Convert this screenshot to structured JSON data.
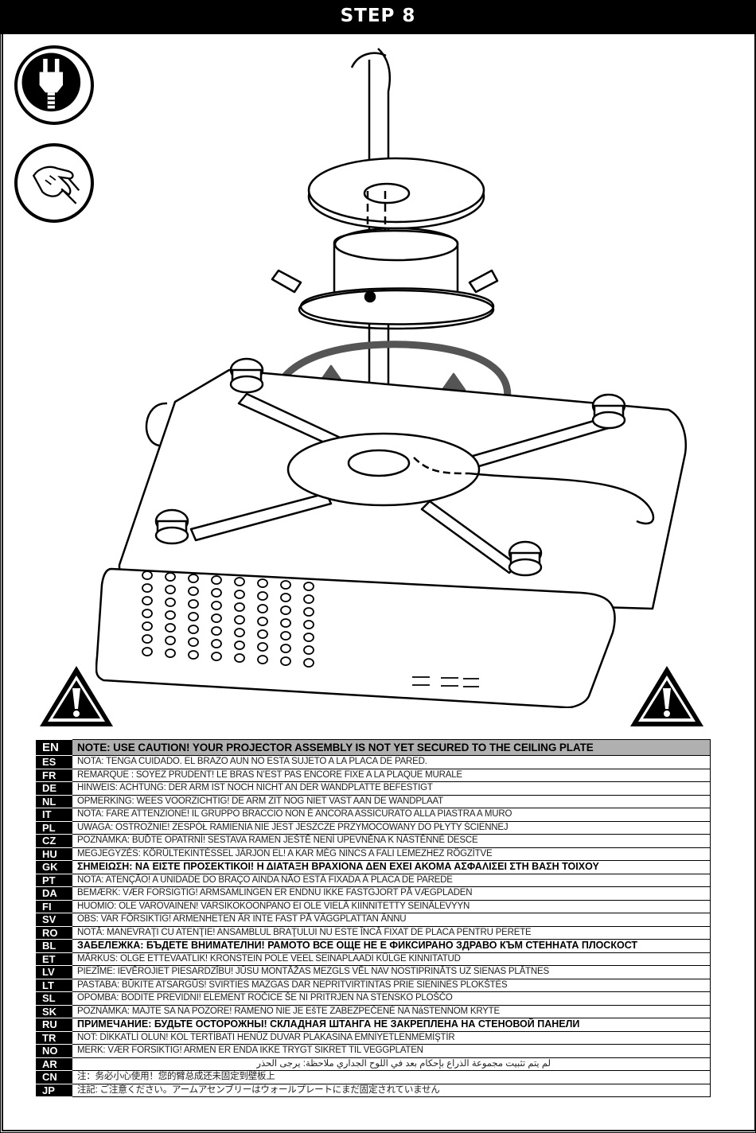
{
  "header": {
    "title": "STEP 8"
  },
  "icons": {
    "top": "power-plug-icon",
    "second": "hand-caution-icon",
    "warning": "warning-triangle-icon"
  },
  "notes": [
    {
      "code": "EN",
      "text": "NOTE: USE CAUTION!  YOUR PROJECTOR ASSEMBLY IS NOT YET SECURED TO THE CEILING PLATE",
      "style": "en"
    },
    {
      "code": "ES",
      "text": "NOTA: TENGA CUIDADO. EL BRAZO AUN NO ESTA SUJETO A LA PLACA DE PARED."
    },
    {
      "code": "FR",
      "text": "REMARQUE : SOYEZ PRUDENT!  LE BRAS N’EST PAS ENCORE FIXE A LA PLAQUE MURALE"
    },
    {
      "code": "DE",
      "text": "HINWEIS: ACHTUNG:  DER ARM IST NOCH NICHT AN DER WANDPLATTE BEFESTIGT"
    },
    {
      "code": "NL",
      "text": "OPMERKING: WEES VOORZICHTIG!  DE ARM ZIT NOG NIET VAST AAN DE WANDPLAAT"
    },
    {
      "code": "IT",
      "text": "NOTA: FARE ATTENZIONE!  IL GRUPPO BRACCIO NON È ANCORA ASSICURATO ALLA PIASTRA A MURO"
    },
    {
      "code": "PL",
      "text": "UWAGA: OSTROŻNIE!  ZESPÓŁ RAMIENIA NIE JEST JESZCZE PRZYMOCOWANY DO PŁYTY ŚCIENNEJ"
    },
    {
      "code": "CZ",
      "text": "POZNÁMKA: BUĎTE OPATRNÍ!  SESTAVA RAMEN JEŠTĚ NENÍ UPEVNĚNA K NÁSTĚNNÉ DESCE"
    },
    {
      "code": "HU",
      "text": "MEGJEGYZÉS: KÖRÜLTEKINTÉSSEL JÁRJON EL!  A KAR MÉG NINCS A FALI LEMEZHEZ RÖGZÍTVE"
    },
    {
      "code": "GK",
      "text": "ΣΗΜΕΙΩΣΗ: ΝΑ ΕΙΣΤΕ ΠΡΟΣΕΚΤΙΚΟΙ!  Η ΔΙΑΤΑΞΗ ΒΡΑΧΙΟΝΑ ΔΕΝ ΕΧΕΙ ΑΚΟΜΑ ΑΣΦΑΛΙΣΕΙ ΣΤΗ ΒΑΣΗ ΤΟΙΧΟΥ",
      "style": "bold"
    },
    {
      "code": "PT",
      "text": "NOTA: ATENÇÃO! A UNIDADE DO BRAÇO AINDA NÃO ESTÁ FIXADA À PLACA DE PAREDE"
    },
    {
      "code": "DA",
      "text": "BEMÆRK: VÆR FORSIGTIG!  ARMSAMLINGEN ER ENDNU IKKE FASTGJORT PÅ VÆGPLADEN"
    },
    {
      "code": "FI",
      "text": "HUOMIO: OLE VAROVAINEN!  VARSIKOKOONPANO EI OLE VIELÄ KIINNITETTY SEINÄLEVYYN"
    },
    {
      "code": "SV",
      "text": "OBS: VAR FÖRSIKTIG!  ARMENHETEN ÄR INTE FAST PÅ VÄGGPLATTAN ÄNNU"
    },
    {
      "code": "RO",
      "text": "NOTĂ: MANEVRAŢI CU ATENŢIE!  ANSAMBLUL BRAŢULUI NU ESTE ÎNCĂ FIXAT DE PLACA PENTRU PERETE"
    },
    {
      "code": "BL",
      "text": "ЗАБЕЛЕЖКА: БЪДЕТЕ ВНИМАТЕЛНИ!  РАМОТО ВСЕ ОЩЕ НЕ Е ФИКСИРАНО ЗДРАВО КЪМ СТЕННАТА ПЛОСКОСТ",
      "style": "bold"
    },
    {
      "code": "ET",
      "text": "MÄRKUS: OLGE ETTEVAATLIK!  KRONSTEIN POLE VEEL SEINAPLAADI KÜLGE KINNITATUD"
    },
    {
      "code": "LV",
      "text": "PIEZĪME: IEVĒROJIET PIESARDZĪBU!  JŪSU MONTĀŽAS MEZGLS VĒL NAV NOSTIPRINĀTS UZ SIENAS PLĀTNES"
    },
    {
      "code": "LT",
      "text": "PASTABA: BŪKITE ATSARGŪS!  SVIRTIES MAZGAS DAR NEPRITVIRTINTAS PRIE SIENINĖS PLOKŠTĖS"
    },
    {
      "code": "SL",
      "text": "OPOMBA: BODITE PREVIDNI!  ELEMENT ROČICE ŠE NI PRITRJEN NA STENSKO PLOŠČO"
    },
    {
      "code": "SK",
      "text": "POZNÁMKA: MAJTE SA NA POZORE!  RAMENO NIE JE EšTE ZABEZPEČENÉ NA NáSTENNOM KRYTE"
    },
    {
      "code": "RU",
      "text": "ПРИМЕЧАНИЕ: БУДЬТЕ ОСТОРОЖНЫ!  СКЛАДНАЯ ШТАНГА НЕ ЗАКРЕПЛЕНА НА СТЕНОВОЙ ПАНЕЛИ",
      "style": "bold"
    },
    {
      "code": "TR",
      "text": "NOT: DİKKATLİ OLUN!  KOL TERTİBATI HENÜZ DUVAR PLAKASINA EMNİYETLENMEMİŞTİR"
    },
    {
      "code": "NO",
      "text": "MERK: VÆR FORSIKTIG!  ARMEN ER ENDA IKKE TRYGT SIKRET TIL VEGGPLATEN"
    },
    {
      "code": "AR",
      "text": "لم يتم تثبيت مجموعة الذراع بإحكام بعد في اللوح الجداري  ملاحظة: يرجى الحذر",
      "style": "rtl"
    },
    {
      "code": "CN",
      "text": "注：务必小心使用！您的臂总成还未固定到壁板上"
    },
    {
      "code": "JP",
      "text": "注記: ご注意ください。アームアセンブリーはウォールプレートにまだ固定されていません"
    }
  ]
}
